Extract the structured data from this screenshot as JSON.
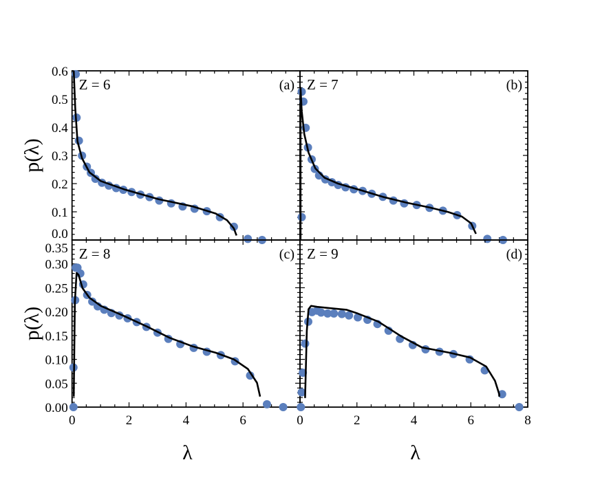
{
  "chart_data": [
    {
      "id": "a",
      "type": "scatter",
      "panel_label": "(a)",
      "annotation": "Z = 6",
      "xlabel": "",
      "ylabel": "p(λ)",
      "xlim": [
        0,
        8
      ],
      "ylim": [
        0,
        0.6
      ],
      "xticks": [],
      "yticks": [
        "0.0",
        "0.1",
        "0.2",
        "0.3",
        "0.4",
        "0.5",
        "0.6"
      ],
      "points": [
        [
          0.13,
          0.588
        ],
        [
          0.16,
          0.434
        ],
        [
          0.24,
          0.352
        ],
        [
          0.35,
          0.299
        ],
        [
          0.52,
          0.26
        ],
        [
          0.66,
          0.238
        ],
        [
          0.82,
          0.217
        ],
        [
          1.05,
          0.203
        ],
        [
          1.29,
          0.193
        ],
        [
          1.55,
          0.184
        ],
        [
          1.8,
          0.178
        ],
        [
          2.09,
          0.17
        ],
        [
          2.4,
          0.161
        ],
        [
          2.72,
          0.152
        ],
        [
          3.06,
          0.14
        ],
        [
          3.48,
          0.13
        ],
        [
          3.88,
          0.119
        ],
        [
          4.3,
          0.111
        ],
        [
          4.73,
          0.102
        ],
        [
          5.19,
          0.081
        ],
        [
          5.68,
          0.047
        ],
        [
          6.17,
          0.004
        ],
        [
          6.67,
          0.0
        ]
      ],
      "curve": [
        [
          0.06,
          0.6
        ],
        [
          0.11,
          0.47
        ],
        [
          0.19,
          0.35
        ],
        [
          0.35,
          0.29
        ],
        [
          0.61,
          0.24
        ],
        [
          1.01,
          0.209
        ],
        [
          1.82,
          0.18
        ],
        [
          3.03,
          0.145
        ],
        [
          4.24,
          0.119
        ],
        [
          5.04,
          0.094
        ],
        [
          5.44,
          0.07
        ],
        [
          5.68,
          0.041
        ],
        [
          5.77,
          0.016
        ]
      ]
    },
    {
      "id": "b",
      "type": "scatter",
      "panel_label": "(b)",
      "annotation": "Z = 7",
      "xlabel": "",
      "ylabel": "",
      "xlim": [
        0,
        8
      ],
      "ylim": [
        0,
        0.6
      ],
      "xticks": [],
      "yticks": [],
      "points": [
        [
          0.06,
          0.526
        ],
        [
          0.12,
          0.491
        ],
        [
          0.2,
          0.398
        ],
        [
          0.28,
          0.328
        ],
        [
          0.41,
          0.286
        ],
        [
          0.52,
          0.252
        ],
        [
          0.67,
          0.229
        ],
        [
          0.89,
          0.215
        ],
        [
          1.12,
          0.205
        ],
        [
          1.34,
          0.195
        ],
        [
          1.6,
          0.187
        ],
        [
          1.89,
          0.18
        ],
        [
          2.2,
          0.174
        ],
        [
          2.52,
          0.164
        ],
        [
          2.91,
          0.153
        ],
        [
          3.28,
          0.14
        ],
        [
          3.66,
          0.13
        ],
        [
          4.1,
          0.124
        ],
        [
          4.55,
          0.114
        ],
        [
          5.02,
          0.104
        ],
        [
          5.52,
          0.088
        ],
        [
          6.05,
          0.05
        ],
        [
          6.58,
          0.004
        ],
        [
          7.13,
          0.0
        ],
        [
          0.06,
          0.081
        ]
      ],
      "curve": [
        [
          0.02,
          0.0
        ],
        [
          0.02,
          0.54
        ],
        [
          0.06,
          0.457
        ],
        [
          0.15,
          0.376
        ],
        [
          0.3,
          0.31
        ],
        [
          0.54,
          0.254
        ],
        [
          0.86,
          0.221
        ],
        [
          1.34,
          0.2
        ],
        [
          2.15,
          0.176
        ],
        [
          2.95,
          0.152
        ],
        [
          3.76,
          0.132
        ],
        [
          4.57,
          0.115
        ],
        [
          5.21,
          0.099
        ],
        [
          5.69,
          0.083
        ],
        [
          6.01,
          0.059
        ],
        [
          6.18,
          0.022
        ]
      ]
    },
    {
      "id": "c",
      "type": "scatter",
      "panel_label": "(c)",
      "annotation": "Z = 8",
      "xlabel": "λ",
      "ylabel": "p(λ)",
      "xlim": [
        0,
        8
      ],
      "ylim": [
        0,
        0.35
      ],
      "xticks": [
        "0",
        "2",
        "4",
        "6"
      ],
      "yticks": [
        "0.00",
        "0.05",
        "0.10",
        "0.15",
        "0.20",
        "0.25",
        "0.30",
        "0.35"
      ],
      "points": [
        [
          0.05,
          0.0
        ],
        [
          0.05,
          0.083
        ],
        [
          0.11,
          0.224
        ],
        [
          0.13,
          0.292
        ],
        [
          0.19,
          0.292
        ],
        [
          0.29,
          0.28
        ],
        [
          0.39,
          0.257
        ],
        [
          0.53,
          0.235
        ],
        [
          0.71,
          0.221
        ],
        [
          0.9,
          0.211
        ],
        [
          1.13,
          0.204
        ],
        [
          1.38,
          0.197
        ],
        [
          1.66,
          0.192
        ],
        [
          1.95,
          0.186
        ],
        [
          2.27,
          0.178
        ],
        [
          2.61,
          0.168
        ],
        [
          3.0,
          0.156
        ],
        [
          3.38,
          0.143
        ],
        [
          3.8,
          0.132
        ],
        [
          4.27,
          0.124
        ],
        [
          4.73,
          0.116
        ],
        [
          5.22,
          0.109
        ],
        [
          5.72,
          0.096
        ],
        [
          6.25,
          0.066
        ],
        [
          6.84,
          0.006
        ],
        [
          7.41,
          0.0
        ]
      ],
      "curve": [
        [
          0.06,
          0.022
        ],
        [
          0.1,
          0.22
        ],
        [
          0.16,
          0.281
        ],
        [
          0.23,
          0.277
        ],
        [
          0.37,
          0.249
        ],
        [
          0.61,
          0.229
        ],
        [
          1.01,
          0.212
        ],
        [
          1.82,
          0.191
        ],
        [
          2.62,
          0.169
        ],
        [
          3.43,
          0.145
        ],
        [
          4.24,
          0.127
        ],
        [
          5.04,
          0.114
        ],
        [
          5.68,
          0.1
        ],
        [
          6.17,
          0.08
        ],
        [
          6.49,
          0.051
        ],
        [
          6.6,
          0.022
        ]
      ]
    },
    {
      "id": "d",
      "type": "scatter",
      "panel_label": "(d)",
      "annotation": "Z = 9",
      "xlabel": "λ",
      "ylabel": "",
      "xlim": [
        0,
        8
      ],
      "ylim": [
        0,
        0.35
      ],
      "xticks": [
        "0",
        "2",
        "4",
        "6",
        "8"
      ],
      "yticks": [],
      "points": [
        [
          0.03,
          0.0
        ],
        [
          0.06,
          0.031
        ],
        [
          0.1,
          0.072
        ],
        [
          0.18,
          0.133
        ],
        [
          0.29,
          0.179
        ],
        [
          0.42,
          0.199
        ],
        [
          0.6,
          0.202
        ],
        [
          0.74,
          0.198
        ],
        [
          0.97,
          0.196
        ],
        [
          1.19,
          0.196
        ],
        [
          1.47,
          0.195
        ],
        [
          1.72,
          0.192
        ],
        [
          2.03,
          0.188
        ],
        [
          2.37,
          0.183
        ],
        [
          2.72,
          0.174
        ],
        [
          3.11,
          0.16
        ],
        [
          3.51,
          0.143
        ],
        [
          3.96,
          0.13
        ],
        [
          4.41,
          0.121
        ],
        [
          4.9,
          0.116
        ],
        [
          5.39,
          0.111
        ],
        [
          5.96,
          0.1
        ],
        [
          6.49,
          0.077
        ],
        [
          7.1,
          0.027
        ],
        [
          7.7,
          0.0
        ]
      ],
      "curve": [
        [
          0.18,
          0.019
        ],
        [
          0.24,
          0.16
        ],
        [
          0.3,
          0.205
        ],
        [
          0.39,
          0.212
        ],
        [
          0.6,
          0.21
        ],
        [
          1.1,
          0.207
        ],
        [
          1.63,
          0.204
        ],
        [
          2.03,
          0.196
        ],
        [
          2.75,
          0.179
        ],
        [
          3.56,
          0.148
        ],
        [
          4.28,
          0.125
        ],
        [
          5.25,
          0.114
        ],
        [
          5.97,
          0.104
        ],
        [
          6.54,
          0.085
        ],
        [
          6.85,
          0.055
        ],
        [
          7.0,
          0.027
        ],
        [
          7.0,
          0.022
        ]
      ]
    }
  ],
  "colors": {
    "points": "#5b7fbd",
    "curve": "#000000",
    "axes": "#000000"
  }
}
